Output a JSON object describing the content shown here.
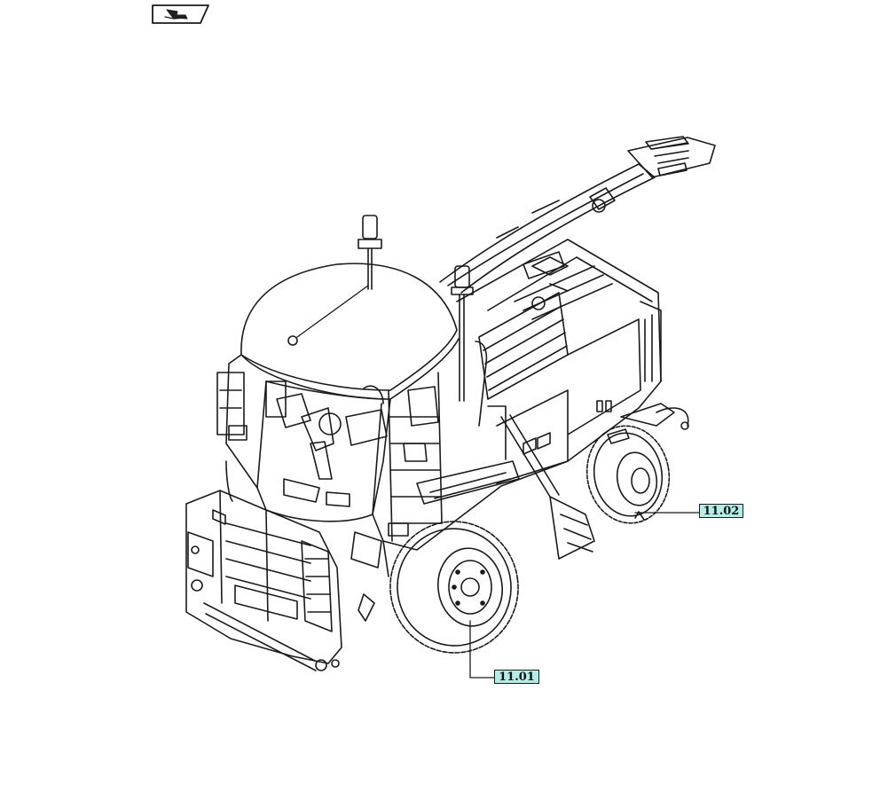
{
  "nav_icon": "book-return-icon",
  "colors": {
    "callout_bg": "#b4ece6",
    "line": "#1a1a1a"
  },
  "callouts": [
    {
      "id": "c1",
      "label": "11.01"
    },
    {
      "id": "c2",
      "label": "11.02"
    }
  ]
}
